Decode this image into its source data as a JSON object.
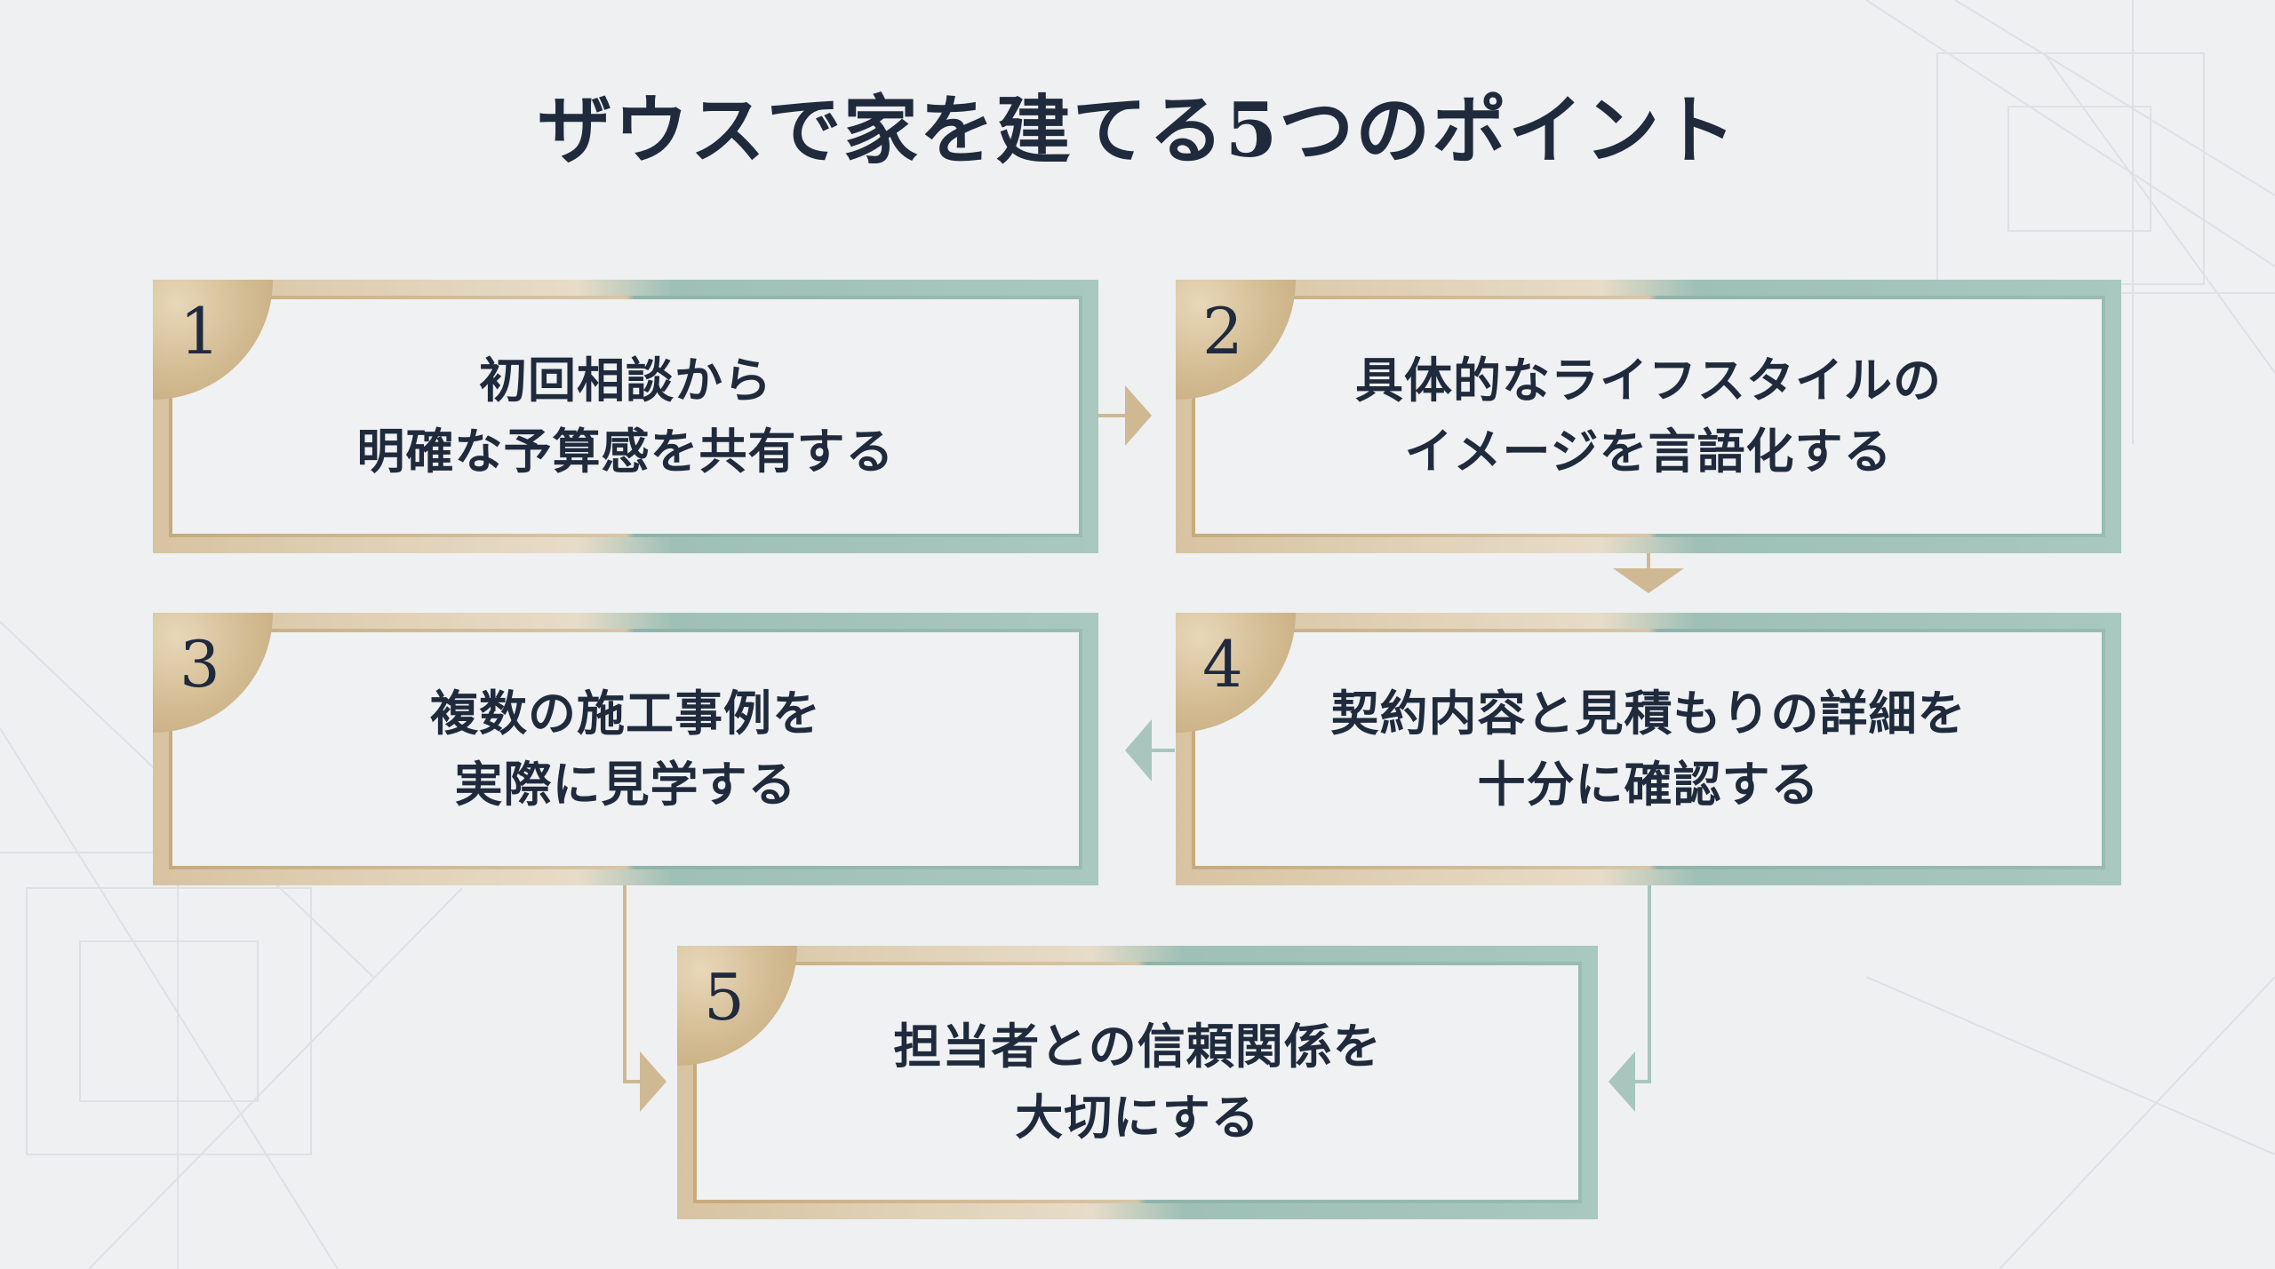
{
  "title": "ザウスで家を建てる5つのポイント",
  "points": [
    {
      "number": "1",
      "lines": [
        "初回相談から",
        "明確な予算感を共有する"
      ]
    },
    {
      "number": "2",
      "lines": [
        "具体的なライフスタイルの",
        "イメージを言語化する"
      ]
    },
    {
      "number": "3",
      "lines": [
        "複数の施工事例を",
        "実際に見学する"
      ]
    },
    {
      "number": "4",
      "lines": [
        "契約内容と見積もりの詳細を",
        "十分に確認する"
      ]
    },
    {
      "number": "5",
      "lines": [
        "担当者との信頼関係を",
        "大切にする"
      ]
    }
  ],
  "colors": {
    "gold": "#cbb088",
    "teal": "#a3c3ba",
    "navy": "#1f2a3d",
    "background": "#eef0f1"
  }
}
